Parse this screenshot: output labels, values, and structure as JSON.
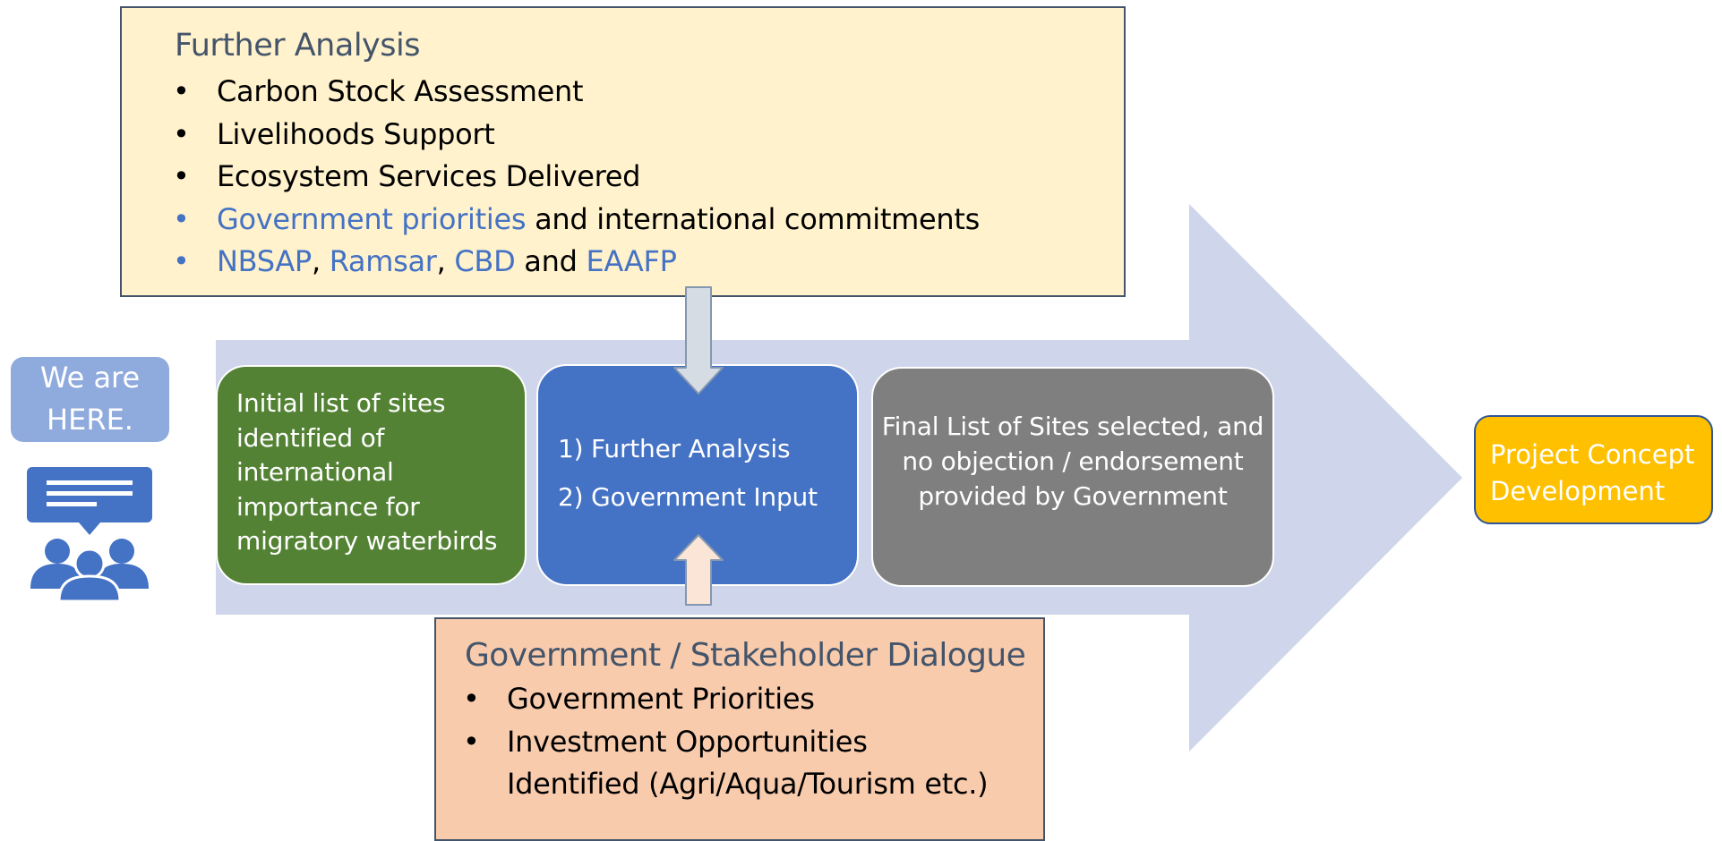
{
  "colors": {
    "arrow": "#cfd5ea",
    "further_analysis_fill": "#fff2cc",
    "dialogue_fill": "#f8cbad",
    "green_box": "#548235",
    "blue_box": "#4472c4",
    "gray_box": "#7f7f7f",
    "concept_box": "#ffc000",
    "here_box": "#8faadc",
    "title_text": "#44546a",
    "link_blue": "#4472c4"
  },
  "icons": {
    "meeting": "meeting-people-icon",
    "down_connector": "down-arrow-icon",
    "up_connector": "up-arrow-icon"
  },
  "further_analysis": {
    "title": "Further Analysis",
    "bullet": "•",
    "items": [
      {
        "text": "Carbon Stock Assessment"
      },
      {
        "text": "Livelihoods Support"
      },
      {
        "text": "Ecosystem Services Delivered"
      },
      {
        "highlight": "Government priorities",
        "rest": " and international commitments"
      },
      {
        "parts": [
          "NBSAP",
          ", ",
          "Ramsar",
          ", ",
          "CBD",
          " and ",
          "EAAFP"
        ]
      }
    ]
  },
  "we_are_here": {
    "line1": "We are",
    "line2": "HERE."
  },
  "steps": {
    "initial": "Initial list of sites identified of international importance for migratory waterbirds",
    "middle": {
      "line1": "1) Further Analysis",
      "line2": "2) Government Input"
    },
    "final": "Final List of Sites selected, and no objection / endorsement provided by Government"
  },
  "dialogue": {
    "title": "Government / Stakeholder Dialogue",
    "bullet": "•",
    "items": [
      "Government Priorities",
      "Investment Opportunities Identified (Agri/Aqua/Tourism etc.)"
    ]
  },
  "concept": {
    "text": "Project Concept Development"
  }
}
